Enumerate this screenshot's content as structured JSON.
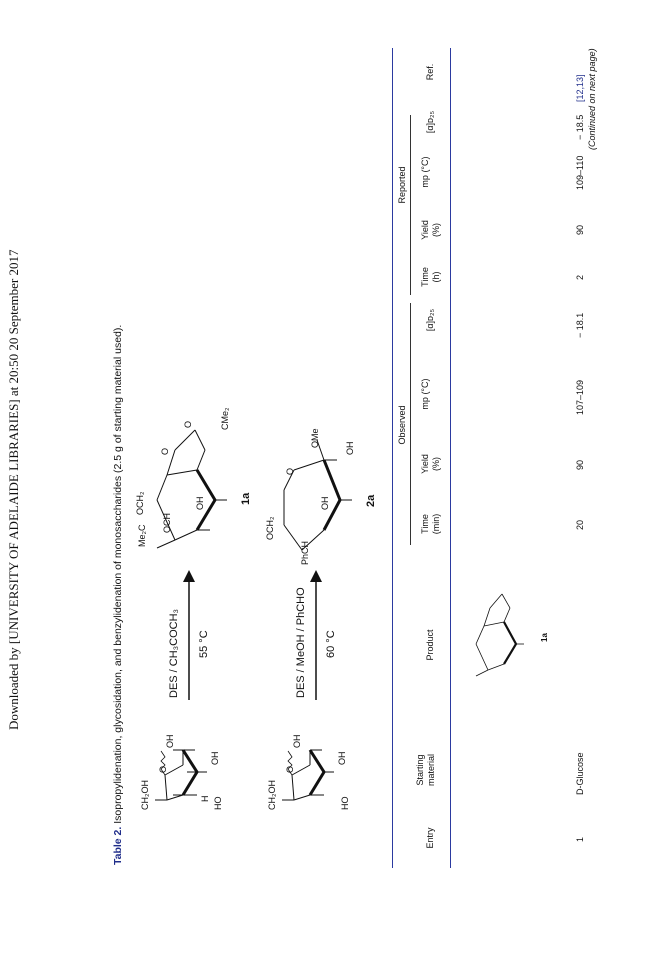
{
  "download_notice": "Downloaded by [UNIVERSITY OF ADELAIDE LIBRARIES] at 20:50 20 September 2017",
  "caption": {
    "label": "Table 2.",
    "text": " Isopropylidenation, glycosidation, and benzylidenation of monosaccharides (2.5 g of starting material used)."
  },
  "scheme": {
    "reaction1": {
      "reagent": "DES / CH₃COCH₃",
      "temp": "55 °C",
      "product_label": "1a"
    },
    "reaction2": {
      "reagent": "DES / MeOH / PhCHO",
      "temp": "60 °C",
      "product_label": "2a"
    },
    "atoms": {
      "ch2oh": "CH₂OH",
      "oh": "OH",
      "h": "H",
      "ho": "HO",
      "o": "O",
      "me2c": "Me₂C",
      "och2": "OCH₂",
      "och": "OCH",
      "cme2": "CMe₂",
      "phch": "PhCH",
      "ome": "OMe"
    }
  },
  "table": {
    "headers": {
      "entry": "Entry",
      "starting_material": "Starting material",
      "product": "Product",
      "observed": "Observed",
      "reported": "Reported",
      "time_min": "Time (min)",
      "time_h": "Time (h)",
      "yield": "Yield (%)",
      "mp": "mp (°C)",
      "rotation": "[α]ᴅ₂₅",
      "ref": "Ref."
    },
    "rows": [
      {
        "entry": "1",
        "starting_material": "D-Glucose",
        "product_label": "1a",
        "obs_time": "20",
        "obs_yield": "90",
        "obs_mp": "107–109",
        "obs_rotation": "− 18.1",
        "rep_time": "2",
        "rep_yield": "90",
        "rep_mp": "109–110",
        "rep_rotation": "− 18.5",
        "ref": "[12,13]"
      }
    ],
    "continued": "(Continued on next page)"
  }
}
